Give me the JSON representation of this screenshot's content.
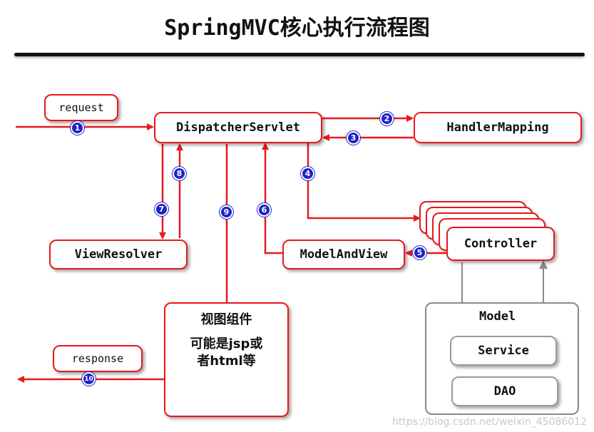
{
  "title": "SpringMVC核心执行流程图",
  "nodes": {
    "request": "request",
    "dispatcher": "DispatcherServlet",
    "handler_mapping": "HandlerMapping",
    "controller": "Controller",
    "model_and_view": "ModelAndView",
    "view_resolver": "ViewResolver",
    "view_component_title": "视图组件",
    "view_component_line1": "可能是jsp或",
    "view_component_line2": "者html等",
    "response": "response",
    "model": "Model",
    "service": "Service",
    "dao": "DAO"
  },
  "steps": [
    "1",
    "2",
    "3",
    "4",
    "5",
    "6",
    "7",
    "8",
    "9",
    "10"
  ],
  "colors": {
    "accent": "#e8191c",
    "badge": "#1d24c8",
    "gray": "#8a8a8a"
  },
  "watermark": "https://blog.csdn.net/weixin_45086012"
}
